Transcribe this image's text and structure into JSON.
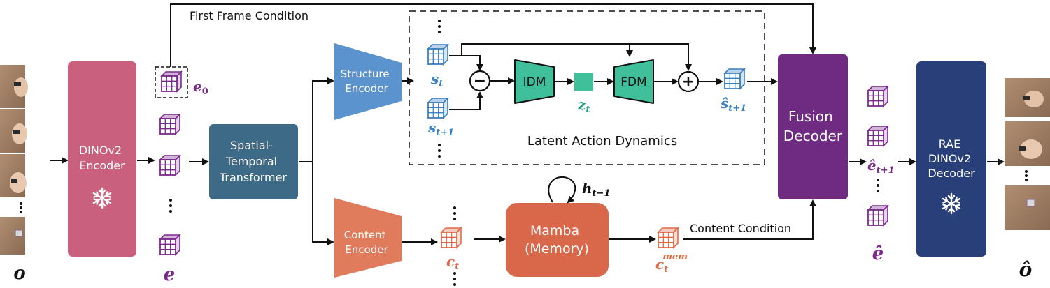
{
  "labels": {
    "first_frame_condition": "First Frame Condition",
    "content_condition": "Content Condition",
    "latent_action_dynamics": "Latent Action Dynamics"
  },
  "blocks": {
    "dinov2_encoder": [
      "DINOv2",
      "Encoder"
    ],
    "spatial_temporal_transformer": [
      "Spatial-",
      "Temporal",
      "Transformer"
    ],
    "structure_encoder": [
      "Structure",
      "Encoder"
    ],
    "content_encoder": [
      "Content",
      "Encoder"
    ],
    "idm": "IDM",
    "fdm": "FDM",
    "mamba": [
      "Mamba",
      "(Memory)"
    ],
    "fusion_decoder": [
      "Fusion",
      "Decoder"
    ],
    "rae_decoder": [
      "RAE",
      "DINOv2",
      "Decoder"
    ]
  },
  "symbols": {
    "o": "o",
    "o_hat": "ô",
    "e": "e",
    "e0_base": "e",
    "e0_sub": "0",
    "e_hat": "ê",
    "e_hat_next_base": "ê",
    "e_hat_next_sub": "t+1",
    "s_t_base": "s",
    "s_t_sub": "t",
    "s_next_base": "s",
    "s_next_sub": "t+1",
    "s_hat_next_base": "ŝ",
    "s_hat_next_sub": "t+1",
    "z_t_base": "z",
    "z_t_sub": "t",
    "c_t_base": "c",
    "c_t_sub": "t",
    "c_mem_base": "c",
    "c_mem_sub": "t",
    "c_mem_sup": "mem",
    "h_base": "h",
    "h_sub": "t−1",
    "minus": "−",
    "plus": "+"
  },
  "colors": {
    "dinov2": "#c9617e",
    "stt": "#3d6a86",
    "structure": "#5b93cf",
    "content": "#e07b5c",
    "mamba": "#d9684a",
    "fusion": "#6f2a82",
    "rae": "#283f7a",
    "latent_square": "#3fbf9a",
    "purple_cube": "#7a2a8c",
    "blue_cube": "#3a7fc1",
    "orange_cube": "#e06a48"
  },
  "icons": {
    "snowflake_1": "snowflake-icon",
    "snowflake_2": "snowflake-icon"
  }
}
